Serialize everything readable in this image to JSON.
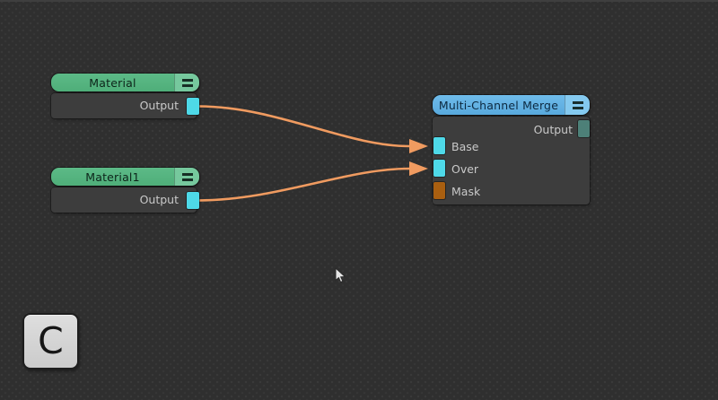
{
  "key_overlay": {
    "label": "C"
  },
  "nodes": [
    {
      "title": "Material",
      "header_color": "#56b581",
      "menu_icon": "hamburger-icon",
      "outputs": [
        {
          "label": "Output",
          "color": "#4ed9e8"
        }
      ]
    },
    {
      "title": "Material1",
      "header_color": "#56b581",
      "menu_icon": "hamburger-icon",
      "outputs": [
        {
          "label": "Output",
          "color": "#4ed9e8"
        }
      ]
    },
    {
      "title": "Multi-Channel Merge",
      "header_color": "#63b3e4",
      "menu_icon": "hamburger-icon",
      "outputs": [
        {
          "label": "Output",
          "color": "#4d8078"
        }
      ],
      "inputs": [
        {
          "label": "Base",
          "color": "#4ed9e8"
        },
        {
          "label": "Over",
          "color": "#4ed9e8"
        },
        {
          "label": "Mask",
          "color": "#a95f10"
        }
      ]
    }
  ],
  "connections": [
    {
      "from": "Material.Output",
      "to": "Multi-Channel Merge.Base",
      "color": "#f09b60"
    },
    {
      "from": "Material1.Output",
      "to": "Multi-Channel Merge.Over",
      "color": "#f09b60"
    }
  ]
}
